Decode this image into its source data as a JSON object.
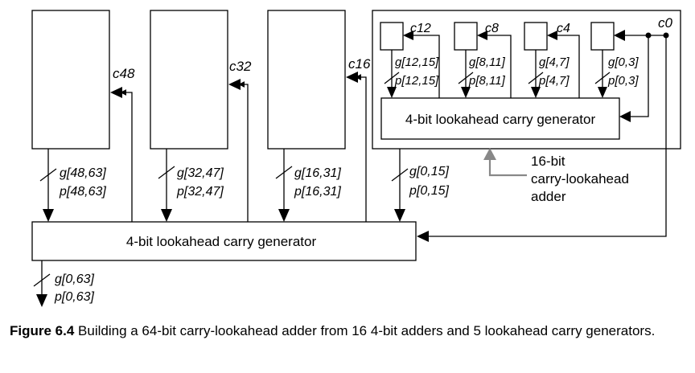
{
  "top_blocks": [
    {
      "carry_label": "c48",
      "g_label": "g[48,63]",
      "p_label": "p[48,63]"
    },
    {
      "carry_label": "c32",
      "g_label": "g[32,47]",
      "p_label": "p[32,47]"
    },
    {
      "carry_label": "c16",
      "g_label": "g[16,31]",
      "p_label": "p[16,31]"
    }
  ],
  "sub_adder": {
    "cells": [
      {
        "carry_label": "c12",
        "g_label": "g[12,15]",
        "p_label": "p[12,15]"
      },
      {
        "carry_label": "c8",
        "g_label": "g[8,11]",
        "p_label": "p[8,11]"
      },
      {
        "carry_label": "c4",
        "g_label": "g[4,7]",
        "p_label": "p[4,7]"
      },
      {
        "carry_label": "",
        "g_label": "g[0,3]",
        "p_label": "p[0,3]"
      }
    ],
    "generator_label": "4-bit lookahead carry generator",
    "output_g": "g[0,15]",
    "output_p": "p[0,15]",
    "annotation": [
      "16-bit",
      "carry-lookahead",
      "adder"
    ]
  },
  "input_carry": "c0",
  "main_generator_label": "4-bit lookahead carry generator",
  "final_g": "g[0,63]",
  "final_p": "p[0,63]",
  "caption": {
    "figure_label": "Figure 6.4",
    "text": "Building a 64-bit carry-lookahead adder from 16 4-bit adders and 5 lookahead carry generators."
  }
}
